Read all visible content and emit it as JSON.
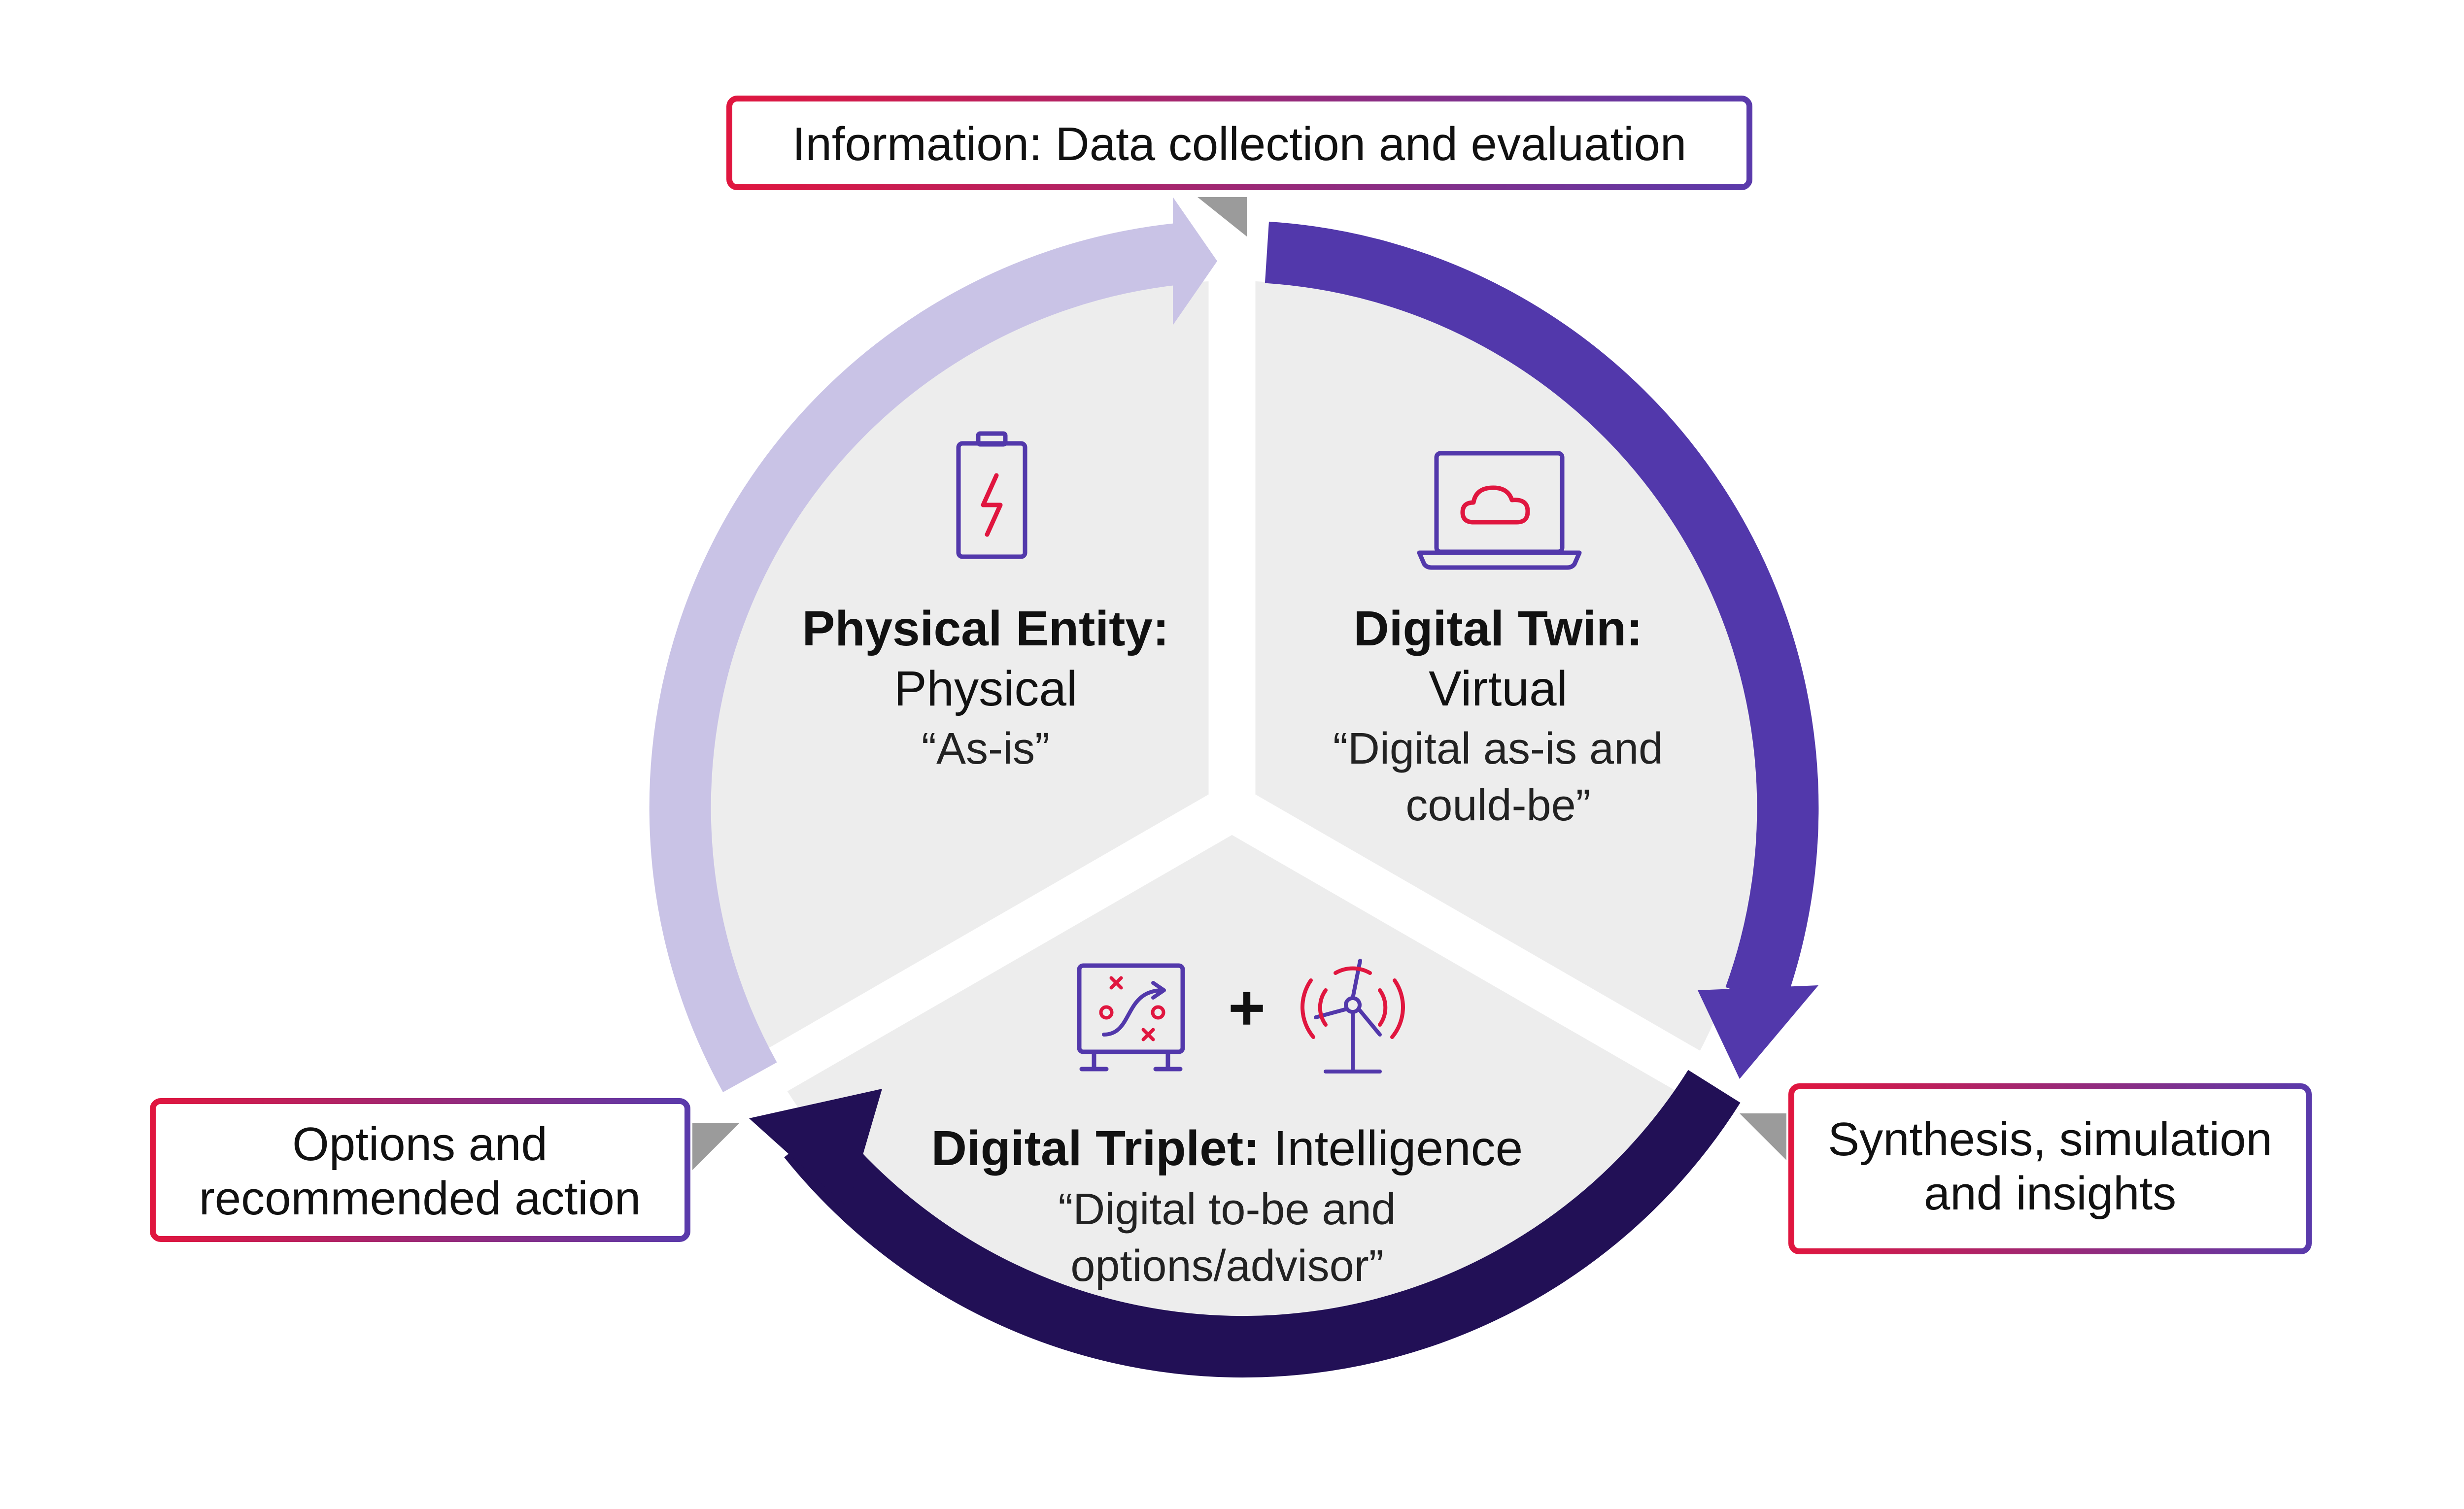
{
  "colors": {
    "sector_fill": "#ededed",
    "arrow_light": "#c9c3e6",
    "arrow_mid": "#5238ab",
    "arrow_dark": "#221056",
    "gradient_red": "#e0163f",
    "gradient_purple": "#5a3aab",
    "icon_red": "#e0163f",
    "icon_purple": "#5238ab",
    "pointer_gray": "#9b9b9b"
  },
  "sectors": {
    "physical": {
      "title": "Physical Entity:",
      "subtitle": "Physical",
      "quote": "“As-is”",
      "icon": "battery-icon"
    },
    "twin": {
      "title": "Digital Twin:",
      "subtitle": "Virtual",
      "quote_line1": "“Digital as-is and",
      "quote_line2": "could-be”",
      "icon": "laptop-cloud-icon"
    },
    "triplet": {
      "title": "Digital Triplet:",
      "subtitle": "Intelligence",
      "quote_line1": "“Digital to-be and",
      "quote_line2": "options/advisor”",
      "plus": "+",
      "icons": [
        "strategy-board-icon",
        "wind-turbine-icon"
      ]
    }
  },
  "callouts": {
    "top": {
      "line1": "Information: Data collection and evaluation"
    },
    "left": {
      "line1": "Options and",
      "line2": "recommended action"
    },
    "right": {
      "line1": "Synthesis, simulation",
      "line2": "and insights"
    }
  }
}
